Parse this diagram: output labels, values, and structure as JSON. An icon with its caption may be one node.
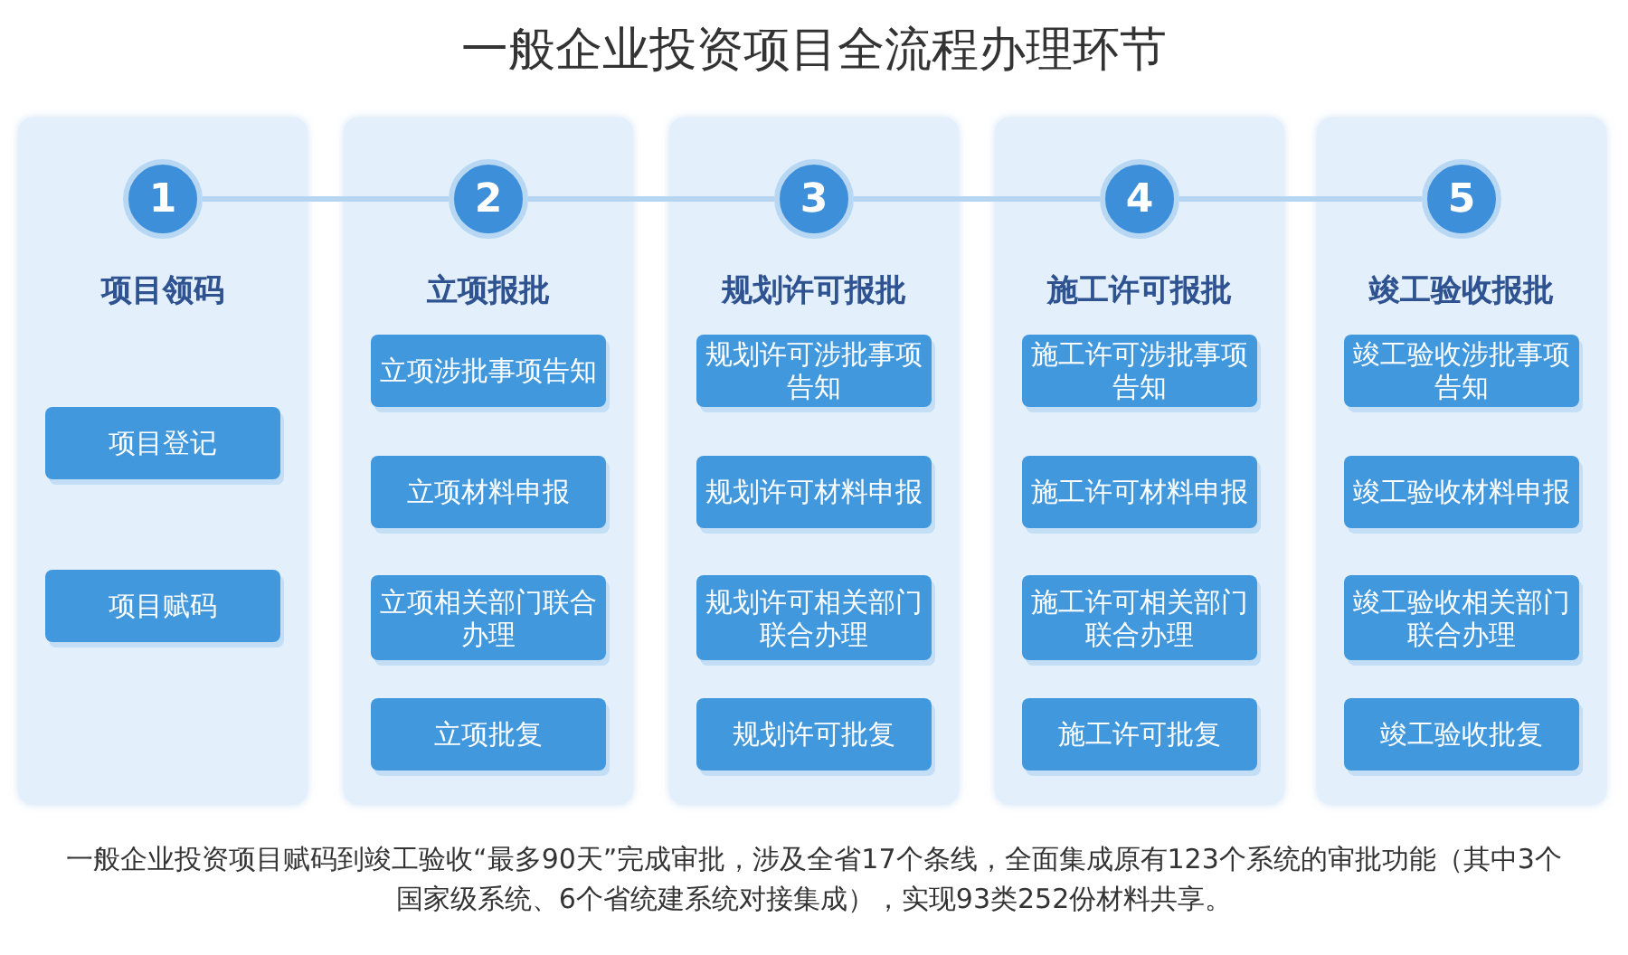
{
  "diagram": {
    "title": "一般企业投资项目全流程办理环节",
    "nodes": [
      {
        "text": [
          "项目领码"
        ]
      },
      {
        "text": [
          "1"
        ],
        "in": 0
      },
      {
        "text": [
          "项目登记"
        ],
        "in": 0
      },
      {
        "text": [
          "项目赋码"
        ],
        "in": 0
      },
      {
        "text": [
          "立项报批"
        ]
      },
      {
        "text": [
          "2"
        ],
        "in": 4
      },
      {
        "text": [
          "立项涉批事项告知"
        ],
        "in": 4
      },
      {
        "text": [
          "立项材料申报"
        ],
        "in": 4
      },
      {
        "text": [
          "立项相关部门联合办理"
        ],
        "in": 4
      },
      {
        "text": [
          "立项批复"
        ],
        "in": 4
      },
      {
        "text": [
          "规划许可报批"
        ]
      },
      {
        "text": [
          "3"
        ],
        "in": 10
      },
      {
        "text": [
          "规划许可涉批事项告知"
        ],
        "in": 10
      },
      {
        "text": [
          "规划许可材料申报"
        ],
        "in": 10
      },
      {
        "text": [
          "规划许可相关部门联合办理"
        ],
        "in": 10
      },
      {
        "text": [
          "规划许可批复"
        ],
        "in": 10
      },
      {
        "text": [
          "施工许可报批"
        ]
      },
      {
        "text": [
          "4"
        ],
        "in": 16
      },
      {
        "text": [
          "施工许可涉批事项告知"
        ],
        "in": 16
      },
      {
        "text": [
          "施工许可材料申报"
        ],
        "in": 16
      },
      {
        "text": [
          "施工许可相关部门联合办理"
        ],
        "in": 16
      },
      {
        "text": [
          "施工许可批复"
        ],
        "in": 16
      },
      {
        "text": [
          "竣工验收报批"
        ]
      },
      {
        "text": [
          "5"
        ],
        "in": 22
      },
      {
        "text": [
          "竣工验收涉批事项告知"
        ],
        "in": 22
      },
      {
        "text": [
          "竣工验收材料申报"
        ],
        "in": 22
      },
      {
        "text": [
          "竣工验收相关部门联合办理"
        ],
        "in": 22
      },
      {
        "text": [
          "竣工验收批复"
        ],
        "in": 22
      }
    ],
    "edges": [
      {
        "from": 1,
        "to": 5,
        "arrow": "none"
      },
      {
        "from": 5,
        "to": 11,
        "arrow": "none"
      },
      {
        "from": 11,
        "to": 17,
        "arrow": "none"
      },
      {
        "from": 17,
        "to": 23,
        "arrow": "none"
      }
    ],
    "caption": "一般企业投资项目赋码到竣工验收“最多90天”完成审批，涉及全省17个条线，全面集成原有123个系统的审批功能（其中3个国家级系统、6个省统建系统对接集成），实现93类252份材料共享。"
  }
}
